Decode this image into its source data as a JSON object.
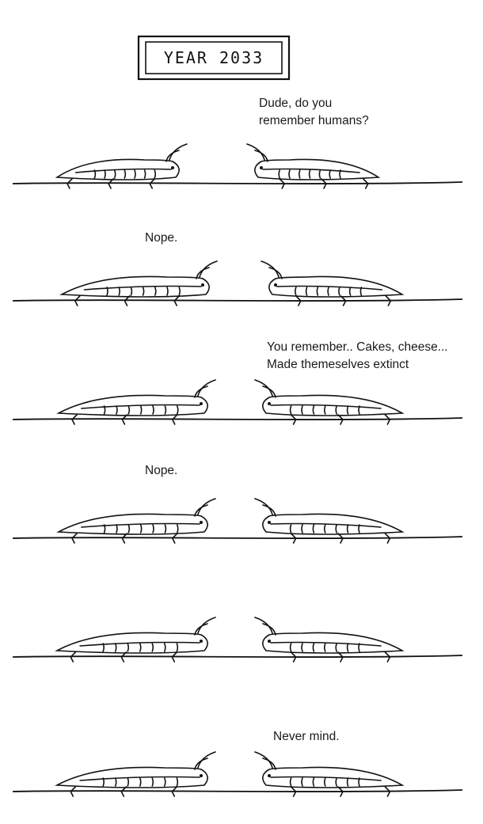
{
  "title": "YEAR 2033",
  "panels": [
    {
      "speech": "Dude, do you\nremember humans?"
    },
    {
      "speech": "Nope."
    },
    {
      "speech": "You remember.. Cakes, cheese...\nMade themeselves extinct"
    },
    {
      "speech": "Nope."
    },
    {
      "speech": ""
    },
    {
      "speech": "Never mind."
    }
  ]
}
